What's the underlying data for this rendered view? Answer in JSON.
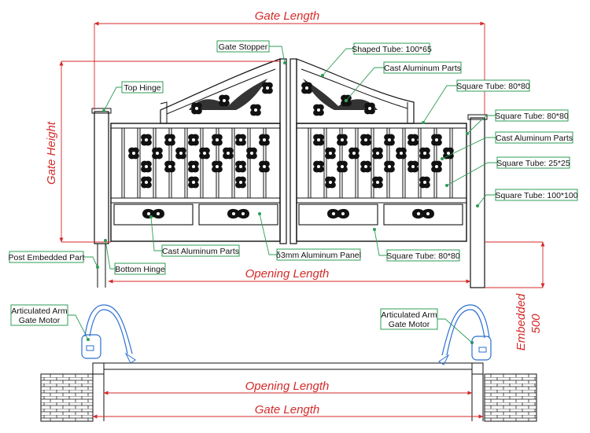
{
  "dimensions": {
    "gate_length_top": "Gate Length",
    "gate_height": "Gate Height",
    "opening_length_mid": "Opening Length",
    "embedded": "Embedded",
    "embedded_value": "500",
    "opening_length_bottom": "Opening Length",
    "gate_length_bottom": "Gate Length"
  },
  "labels": {
    "gate_stopper": "Gate Stopper",
    "shaped_tube": "Shaped Tube: 100*65",
    "cast_aluminum_top": "Cast Aluminum Parts",
    "top_hinge": "Top Hinge",
    "square_tube_1": "Square Tube: 80*80",
    "square_tube_2": "Square Tube: 80*80",
    "cast_aluminum_right": "Cast Aluminum Parts",
    "square_tube_25": "Square Tube: 25*25",
    "square_tube_100": "Square Tube: 100*100",
    "cast_aluminum_bottom": "Cast Aluminum Parts",
    "aluminum_panel": "δ3mm Aluminum Panel",
    "square_tube_bottom": "Square Tube: 80*80",
    "post_embedded": "Post Embedded Part",
    "bottom_hinge": "Bottom Hinge",
    "motor_left_line1": "Articulated Arm",
    "motor_left_line2": "Gate Motor",
    "motor_right_line1": "Articulated Arm",
    "motor_right_line2": "Gate Motor"
  },
  "colors": {
    "dimension": "#d42a2a",
    "leader": "#2e9e55",
    "motor": "#2b6fd1",
    "drawing": "#111111"
  }
}
